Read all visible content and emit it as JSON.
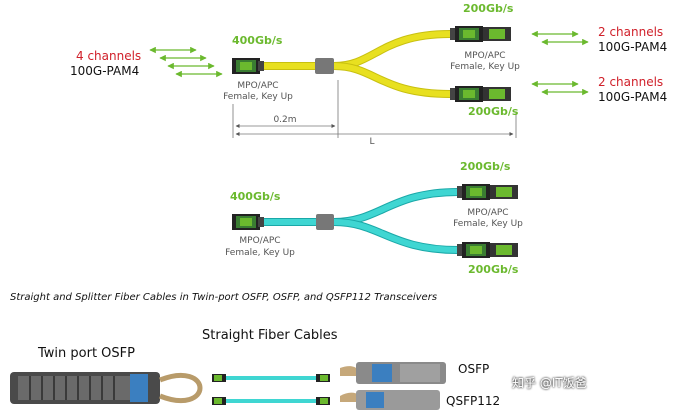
{
  "diagram1": {
    "input_channels": "4 channels",
    "input_modulation": "100G-PAM4",
    "trunk_rate": "400Gb/s",
    "connector_type": "MPO/APC",
    "connector_gender": "Female, Key Up",
    "branch_top_rate": "200Gb/s",
    "branch_bottom_rate": "200Gb/s",
    "out_top_channels": "2 channels",
    "out_top_modulation": "100G-PAM4",
    "out_bottom_channels": "2 channels",
    "out_bottom_modulation": "100G-PAM4",
    "dim_short": "0.2m",
    "dim_long": "L",
    "cable_color": "#e8e020"
  },
  "diagram2": {
    "trunk_rate": "400Gb/s",
    "connector_type": "MPO/APC",
    "connector_gender": "Female, Key Up",
    "branch_top_rate": "200Gb/s",
    "branch_bottom_rate": "200Gb/s",
    "cable_color": "#3fd6d2"
  },
  "caption": "Straight and Splitter Fiber Cables in Twin-port OSFP, OSFP, and QSFP112 Transceivers",
  "bottom": {
    "twin_port_label": "Twin port OSFP",
    "straight_label": "Straight Fiber Cables",
    "osfp_label": "OSFP",
    "qsfp_label": "QSFP112"
  },
  "watermark": "知乎 @IT饭爸"
}
